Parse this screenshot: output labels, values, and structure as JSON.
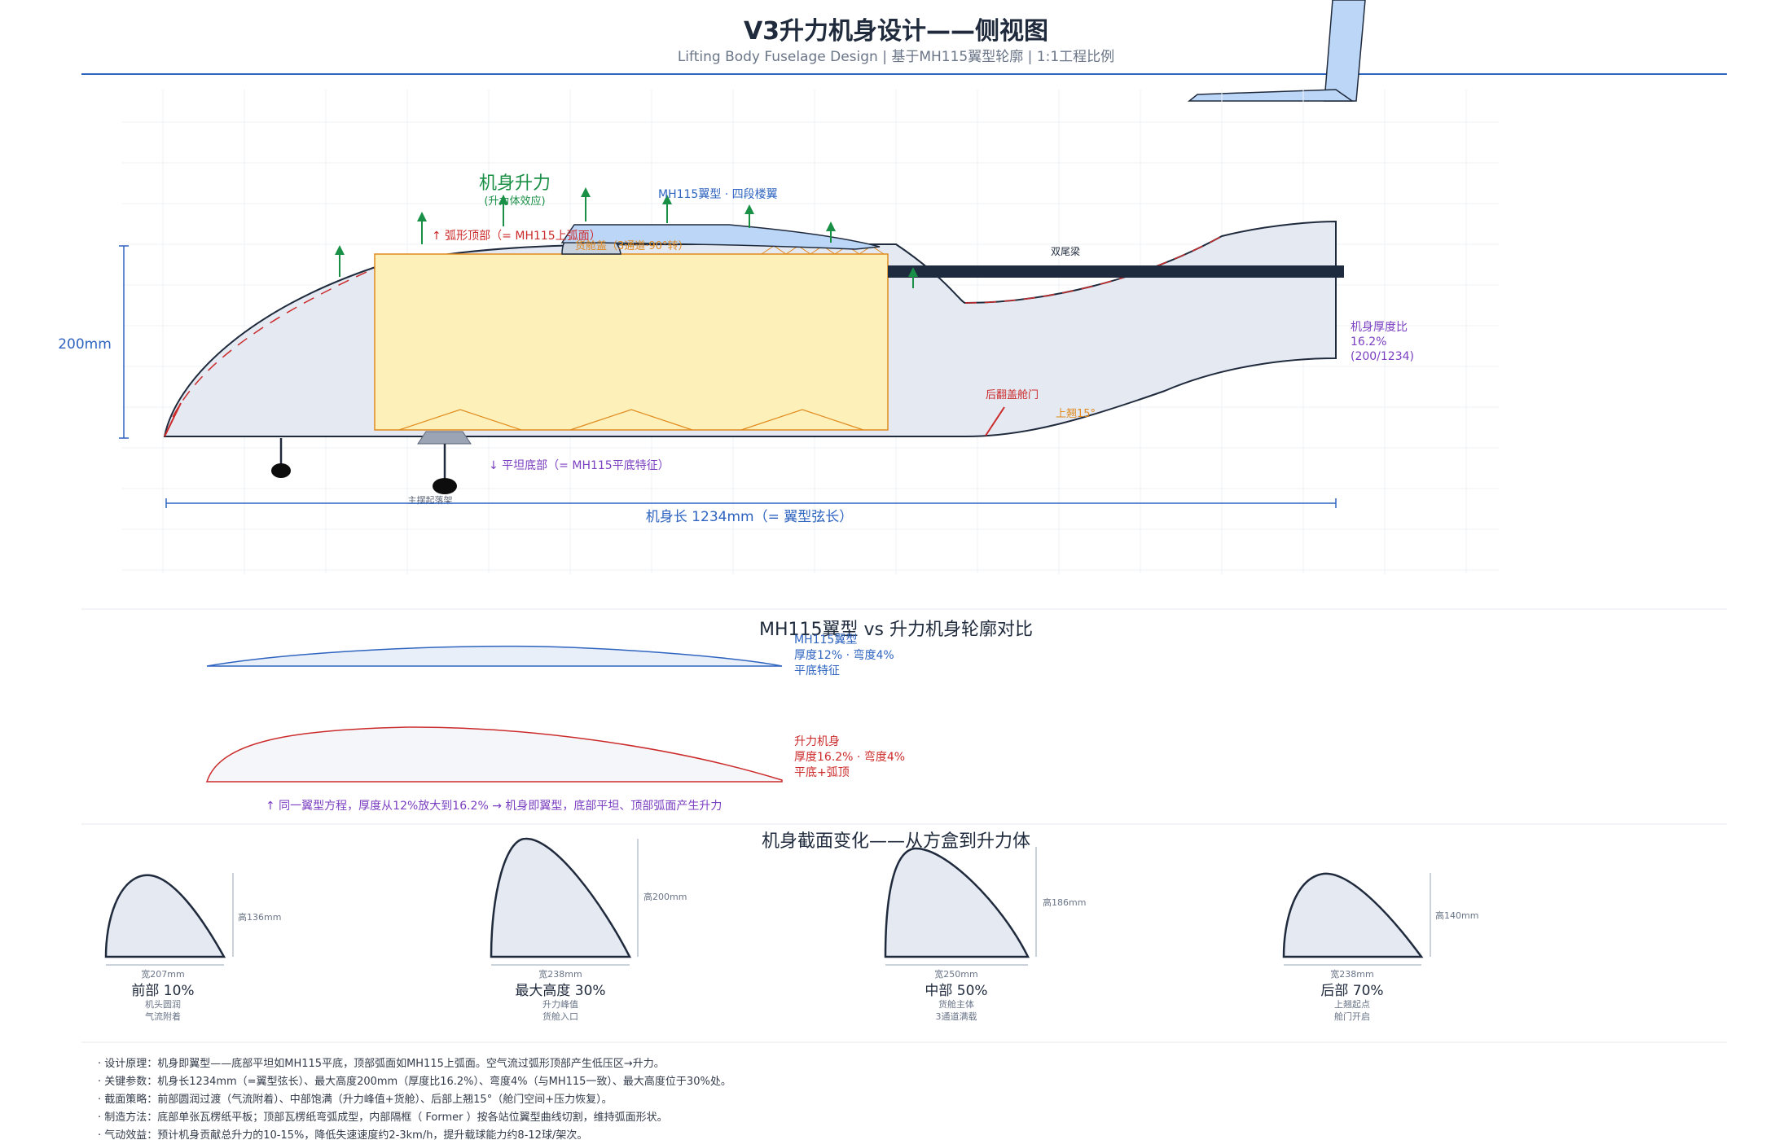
{
  "header": {
    "title": "V3升力机身设计——侧视图",
    "subtitle": "Lifting Body Fuselage Design  |  基于MH115翼型轮廓  |  1:1工程比例"
  },
  "side_view": {
    "lift_title": "机身升力",
    "lift_sub": "(升力体效应)",
    "airfoil_label": "MH115翼型 · 四段楼翼",
    "arc_top": "↑ 弧形顶部（= MH115上弧面）",
    "bay_label": "货舱盖（3通道·90°转）",
    "twin_boom": "双尾梁",
    "height_dim": "200mm",
    "thickness_label": "机身厚度比",
    "thickness_value": "16.2%",
    "thickness_ratio": "(200/1234)",
    "rear_hatch": "后翻盖舱门",
    "upsweep": "上翘15°",
    "flat_bottom": "↓ 平坦底部（= MH115平底特征）",
    "gear_label": "主摆起落架",
    "length_dim": "机身长 1234mm（= 翼型弦长）"
  },
  "comparison": {
    "title": "MH115翼型 vs 升力机身轮廓对比",
    "airfoil": {
      "name": "MH115翼型",
      "spec": "厚度12% · 弯度4%",
      "feature": "平底特征"
    },
    "body": {
      "name": "升力机身",
      "spec": "厚度16.2% · 弯度4%",
      "feature": "平底+弧顶"
    },
    "note": "↑ 同一翼型方程，厚度从12%放大到16.2% → 机身即翼型，底部平坦、顶部弧面产生升力"
  },
  "sections": {
    "title": "机身截面变化——从方盒到升力体",
    "items": [
      {
        "name": "前部 10%",
        "width": "宽207mm",
        "height": "高136mm",
        "note1": "机头圆润",
        "note2": "气流附着"
      },
      {
        "name": "最大高度 30%",
        "width": "宽238mm",
        "height": "高200mm",
        "note1": "升力峰值",
        "note2": "货舱入口"
      },
      {
        "name": "中部 50%",
        "width": "宽250mm",
        "height": "高186mm",
        "note1": "货舱主体",
        "note2": "3通道满载"
      },
      {
        "name": "后部 70%",
        "width": "宽238mm",
        "height": "高140mm",
        "note1": "上翘起点",
        "note2": "舱门开启"
      }
    ]
  },
  "notes": [
    "· 设计原理：机身即翼型——底部平坦如MH115平底，顶部弧面如MH115上弧面。空气流过弧形顶部产生低压区→升力。",
    "· 关键参数：机身长1234mm（=翼型弦长）、最大高度200mm（厚度比16.2%）、弯度4%（与MH115一致）、最大高度位于30%处。",
    "· 截面策略：前部圆润过渡（气流附着）、中部饱满（升力峰值+货舱）、后部上翘15°（舱门空间+压力恢复）。",
    "· 制造方法：底部单张瓦楞纸平板；顶部瓦楞纸弯弧成型，内部隔框（ Former ）按各站位翼型曲线切割，维持弧面形状。",
    "· 气动效益：预计机身贡献总升力的10-15%，降低失速速度约2-3km/h，提升载球能力约8-12球/架次。"
  ],
  "colors": {
    "title": "#1f2a3c",
    "blue": "#2e64c0",
    "red": "#cc2b2b",
    "green": "#1a8f46",
    "purple": "#7b3fc1",
    "orange": "#e08a1e",
    "fuselage_fill": "#e4e9f2",
    "cargo_fill": "#fdf0b8",
    "wing_fill": "#bcd6f7",
    "boom": "#1e2a3e"
  }
}
